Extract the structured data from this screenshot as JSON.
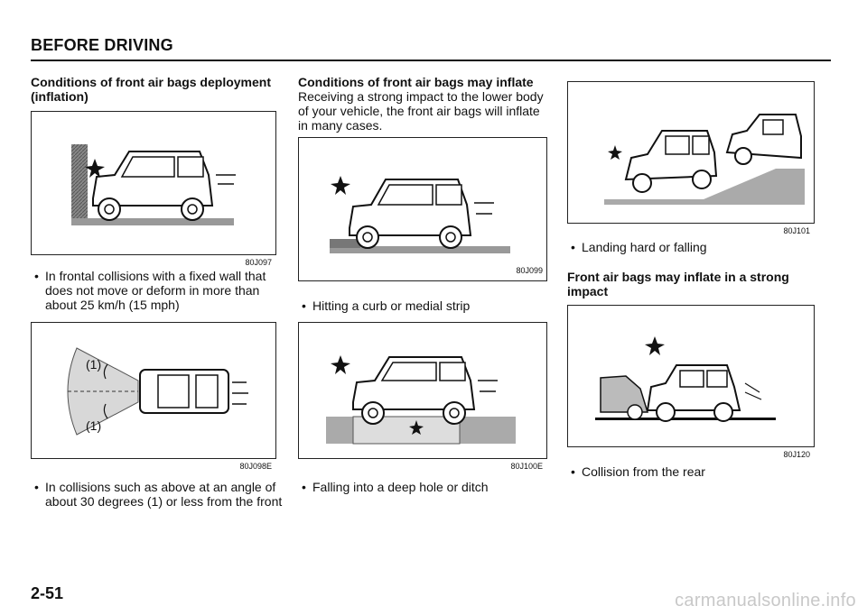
{
  "section_title": "BEFORE DRIVING",
  "page_number": "2-51",
  "watermark": "carmanualsonline.info",
  "col1": {
    "heading": "Conditions of front air bags deployment (inflation)",
    "fig1_code": "80J097",
    "bullet1": "In frontal collisions with a fixed wall that does not move or deform in more than about 25 km/h (15 mph)",
    "fig2_label_top": "(1)",
    "fig2_label_bottom": "(1)",
    "fig2_code": "80J098E",
    "bullet2": "In collisions such as above at an angle of about 30 degrees (1) or less from the front"
  },
  "col2": {
    "heading": "Conditions of front air bags may inflate",
    "intro": "Receiving a strong impact to the lower body of your vehicle, the front air bags will inflate in many cases.",
    "fig1_code": "80J099",
    "bullet1": "Hitting a curb or medial strip",
    "fig2_code": "80J100E",
    "bullet2": "Falling into a deep hole or ditch"
  },
  "col3": {
    "fig1_code": "80J101",
    "bullet1": "Landing hard or falling",
    "heading": "Front air bags may inflate in a strong impact",
    "fig2_code": "80J120",
    "bullet2": "Collision from the rear"
  }
}
